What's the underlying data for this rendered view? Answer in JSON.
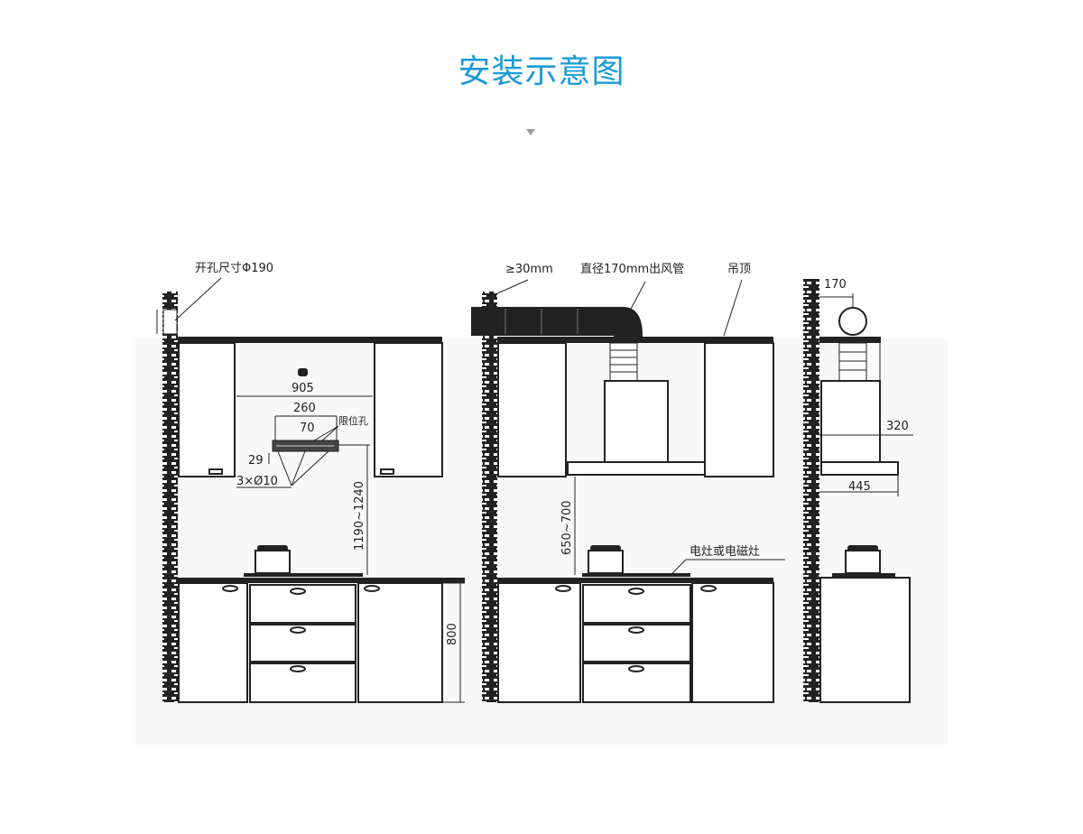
{
  "title": "安装示意图",
  "colors": {
    "title": "#1a9ad6",
    "lines": "#222222",
    "background": "#f8f8f8"
  },
  "icons": {
    "scroll_indicator": "triangle-down-icon"
  },
  "diagram": {
    "front_view": {
      "hole_size": "开孔尺寸Φ190",
      "dim_905": "905",
      "dim_260": "260",
      "dim_70": "70",
      "limit_hole": "限位孔",
      "dim_29": "29",
      "screw_holes": "3×Ø10",
      "mount_height": "1190~1240",
      "counter_height": "800"
    },
    "installed_view": {
      "gap": "≥30mm",
      "duct": "直径170mm出风管",
      "ceiling": "吊顶",
      "hood_height": "650~700",
      "stove": "电灶或电磁灶"
    },
    "side_view": {
      "dim_170": "170",
      "dim_320": "320",
      "dim_445": "445"
    }
  }
}
